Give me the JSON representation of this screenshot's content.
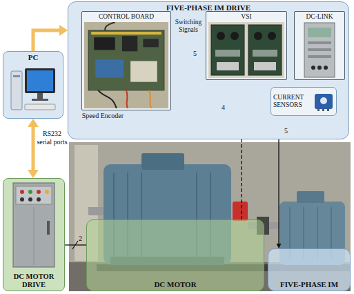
{
  "diagram": {
    "nodes": [
      {
        "text": [
          "FIVE-PHASE IM DRIVE"
        ]
      },
      {
        "text": [
          "CONTROL BOARD"
        ],
        "in": 0
      },
      {
        "text": [
          "VSI"
        ],
        "in": 0
      },
      {
        "text": [
          "DC-LINK"
        ],
        "in": 0
      },
      {
        "text": [
          "CURRENT SENSORS"
        ],
        "in": 0
      },
      {
        "text": [
          "PC"
        ]
      },
      {
        "text": [
          "DC MOTOR DRIVE"
        ]
      },
      {
        "text": [
          "DC MOTOR"
        ]
      },
      {
        "text": [
          "FIVE-PHASE IM"
        ]
      }
    ],
    "edges": [
      {
        "from": 1,
        "to": 2,
        "arrow": "to",
        "label": "Switching Signals"
      },
      {
        "from": 3,
        "to": 2,
        "arrow": "to"
      },
      {
        "from": 4,
        "to": 1,
        "arrow": "to"
      },
      {
        "from": 2,
        "to": 4,
        "arrow": "none"
      },
      {
        "from": 4,
        "to": 8,
        "arrow": "to"
      },
      {
        "from": 7,
        "to": 1,
        "arrow": "to",
        "label": "Speed Encoder"
      },
      {
        "from": 5,
        "to": 0,
        "arrow": "to"
      },
      {
        "from": 5,
        "to": 6,
        "arrow": "both",
        "label": "RS232 serial ports"
      },
      {
        "from": 6,
        "to": 7,
        "arrow": "none"
      }
    ],
    "labels": [
      "5",
      "4",
      "5",
      "2"
    ]
  }
}
